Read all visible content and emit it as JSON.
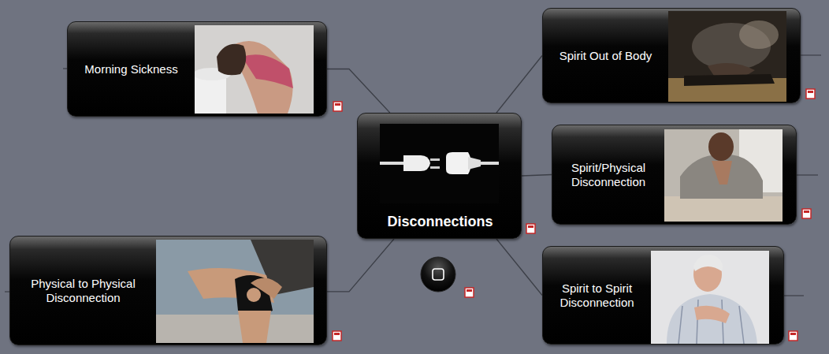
{
  "diagram": {
    "nodes": [
      {
        "text": [
          "Disconnections"
        ]
      },
      {
        "text": [
          "Morning Sickness"
        ]
      },
      {
        "text": [
          "Spirit Out of Body"
        ]
      },
      {
        "text": [
          "Spirit/Physical Disconnection"
        ]
      },
      {
        "text": [
          "Physical to Physical Disconnection"
        ]
      },
      {
        "text": [
          "Spirit to Spirit Disconnection"
        ]
      }
    ],
    "edges": [
      {
        "from": 0,
        "to": 1,
        "arrow": "none"
      },
      {
        "from": 0,
        "to": 2,
        "arrow": "none"
      },
      {
        "from": 0,
        "to": 3,
        "arrow": "none"
      },
      {
        "from": 0,
        "to": 4,
        "arrow": "none"
      },
      {
        "from": 0,
        "to": 5,
        "arrow": "none"
      }
    ]
  }
}
